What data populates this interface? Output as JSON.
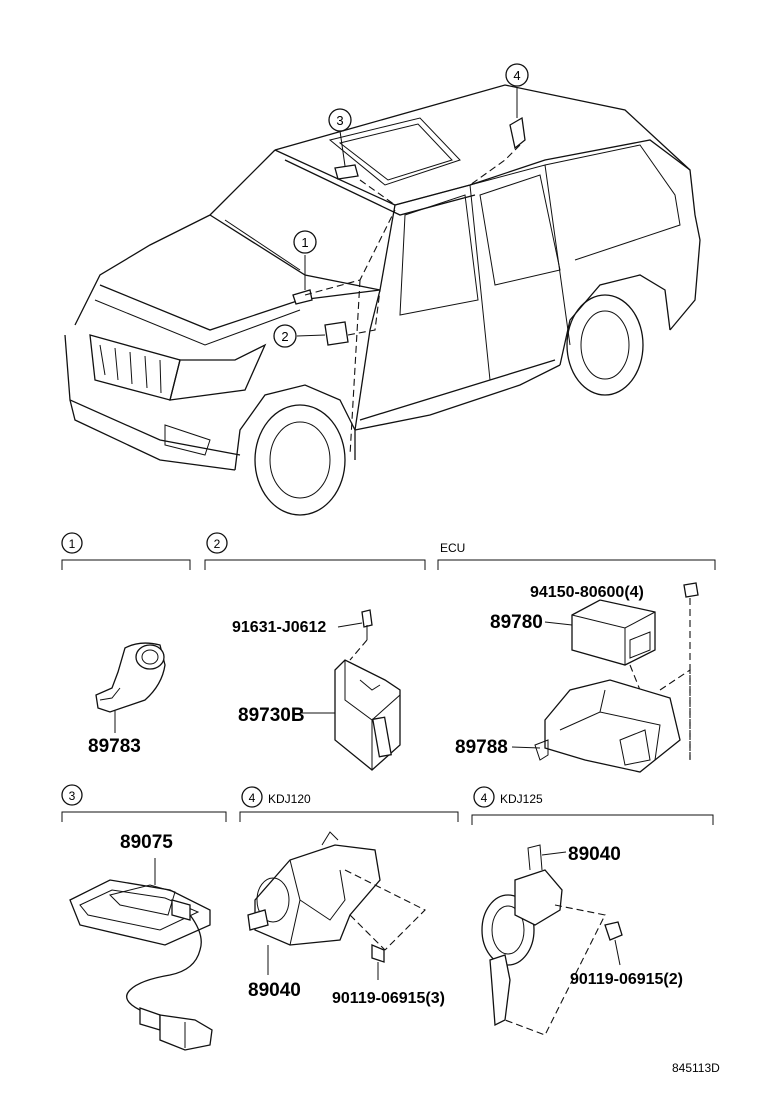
{
  "callouts": {
    "c1": "1",
    "c2": "2",
    "c3": "3",
    "c4": "4"
  },
  "sections": {
    "s1": {
      "index": "1"
    },
    "s2": {
      "index": "2"
    },
    "ecu": {
      "label": "ECU"
    },
    "s3": {
      "index": "3"
    },
    "s4a": {
      "index": "4",
      "label": "KDJ120"
    },
    "s4b": {
      "index": "4",
      "label": "KDJ125"
    }
  },
  "parts": {
    "p89783": "89783",
    "p91631": "91631-J0612",
    "p89730b": "89730B",
    "p94150": "94150-80600(4)",
    "p89780": "89780",
    "p89788": "89788",
    "p89075": "89075",
    "p89040a": "89040",
    "p90119a": "90119-06915(3)",
    "p89040b": "89040",
    "p90119b": "90119-06915(2)"
  },
  "diagram_id": "845113D"
}
